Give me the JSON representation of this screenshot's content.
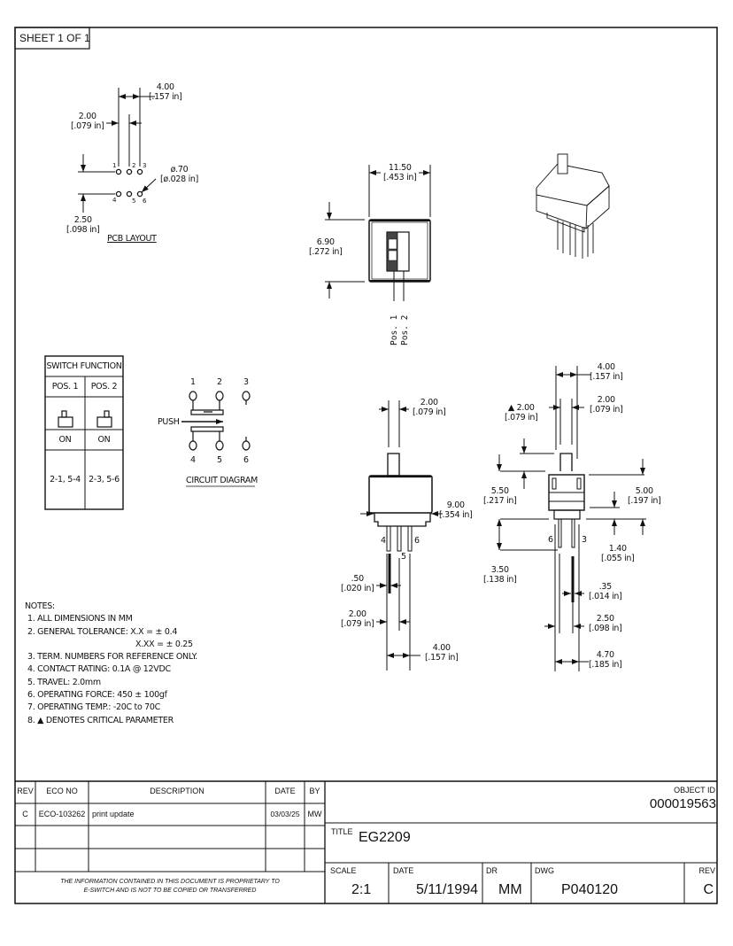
{
  "sheet": "SHEET 1 OF 1",
  "pcb_layout": {
    "label": "PCB LAYOUT",
    "dim_pitch_outer": [
      "4.00",
      "[.157 in]"
    ],
    "dim_pitch_inner": [
      "2.00",
      "[.079 in]"
    ],
    "dim_row_spacing": [
      "2.50",
      "[.098 in]"
    ],
    "dim_hole": [
      "ø.70",
      "[ø.028 in]"
    ],
    "pin_numbers": [
      "1",
      "2",
      "3",
      "4",
      "5",
      "6"
    ]
  },
  "front_view": {
    "dim_width": [
      "11.50",
      "[.453 in]"
    ],
    "dim_height": [
      "6.90",
      "[.272 in]"
    ],
    "positions": [
      "Pos. 1",
      "Pos. 2"
    ]
  },
  "switch_function": {
    "title": "SWITCH FUNCTION",
    "columns": [
      "POS. 1",
      "POS. 2"
    ],
    "state": [
      "ON",
      "ON"
    ],
    "connections": [
      "2-1, 5-4",
      "2-3, 5-6"
    ]
  },
  "circuit_diagram": {
    "label": "CIRCUIT DIAGRAM",
    "push_label": "PUSH",
    "terminals_top": [
      "1",
      "2",
      "3"
    ],
    "terminals_bottom": [
      "4",
      "5",
      "6"
    ]
  },
  "side_view": {
    "dim_actuator": [
      "2.00",
      "[.079 in]"
    ],
    "dim_base": [
      "9.00",
      "[.354 in]"
    ],
    "dim_pin_width": [
      ".50",
      "[.020 in]"
    ],
    "dim_pin_pitch": [
      "2.00",
      "[.079 in]"
    ],
    "dim_pin_span": [
      "4.00",
      "[.157 in]"
    ],
    "pin_labels": [
      "4",
      "5",
      "6"
    ]
  },
  "end_view": {
    "dim_top_outer": [
      "4.00",
      "[.157 in]"
    ],
    "dim_top_inner": [
      "2.00",
      "[.079 in]"
    ],
    "dim_critical": [
      "▲ 2.00",
      "[.079 in]"
    ],
    "dim_height_left": [
      "5.50",
      "[.217 in]"
    ],
    "dim_height_right": [
      "5.00",
      "[.197 in]"
    ],
    "dim_standoff": [
      "1.40",
      "[.055 in]"
    ],
    "dim_pin_length": [
      "3.50",
      "[.138 in]"
    ],
    "dim_pin_thickness": [
      ".35",
      "[.014 in]"
    ],
    "dim_pin_spacing": [
      "2.50",
      "[.098 in]"
    ],
    "dim_overall": [
      "4.70",
      "[.185 in]"
    ],
    "pin_labels": [
      "6",
      "3"
    ]
  },
  "notes": {
    "title": "NOTES:",
    "items": [
      "1. ALL DIMENSIONS IN MM",
      "2. GENERAL TOLERANCE: X.X = ± 0.4",
      "X.XX = ± 0.25",
      "3. TERM. NUMBERS FOR REFERENCE ONLY.",
      "4. CONTACT RATING: 0.1A @ 12VDC",
      "5. TRAVEL: 2.0mm",
      "6. OPERATING FORCE: 450 ± 100gf",
      "7. OPERATING TEMP.: -20C to 70C",
      "8. ▲ DENOTES CRITICAL PARAMETER"
    ]
  },
  "revision_table": {
    "headers": [
      "REV",
      "ECO NO",
      "DESCRIPTION",
      "DATE",
      "BY"
    ],
    "rows": [
      [
        "C",
        "ECO-103262",
        "print update",
        "03/03/25",
        "MW"
      ]
    ],
    "proprietary": [
      "THE INFORMATION CONTAINED IN THIS DOCUMENT IS PROPRIETARY TO",
      "E-SWITCH AND IS NOT TO BE COPIED OR TRANSFERRED"
    ]
  },
  "title_block": {
    "object_id_label": "OBJECT ID",
    "object_id": "000019563",
    "title_label": "TITLE",
    "title": "EG2209",
    "scale_label": "SCALE",
    "scale": "2:1",
    "date_label": "DATE",
    "date": "5/11/1994",
    "dr_label": "DR",
    "dr": "MM",
    "dwg_label": "DWG",
    "dwg": "P040120",
    "rev_label": "REV",
    "rev": "C"
  }
}
